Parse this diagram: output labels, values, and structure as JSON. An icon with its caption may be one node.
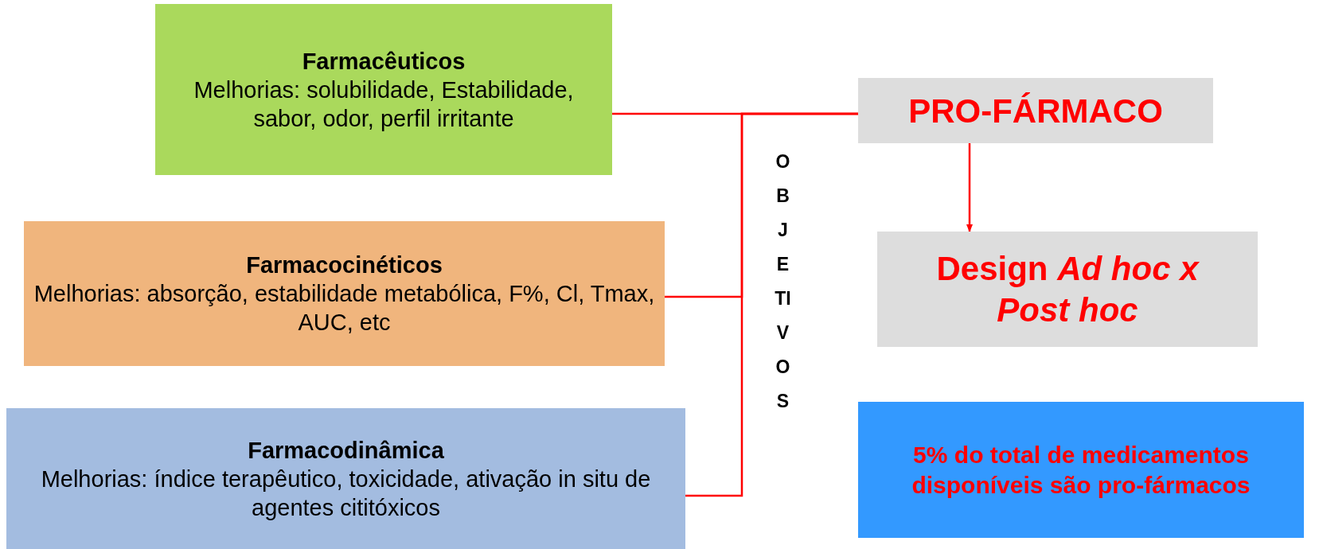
{
  "diagram": {
    "nodes": [
      {
        "text": [
          "Farmacêuticos",
          "Melhorias: solubilidade, Estabilidade, sabor, odor, perfil irritante"
        ]
      },
      {
        "text": [
          "Farmacocinéticos",
          "Melhorias: absorção, estabilidade metabólica, F%, Cl,  Tmax, AUC, etc"
        ]
      },
      {
        "text": [
          "Farmacodinâmica",
          "Melhorias: índice terapêutico, toxicidade, ativação in situ de agentes cititóxicos"
        ]
      },
      {
        "text": [
          "PRO-FÁRMACO"
        ]
      },
      {
        "text": [
          "Design *Ad hoc x Post hoc*"
        ]
      },
      {
        "text": [
          "5% do total de medicamentos disponíveis são pro-fármacos"
        ]
      }
    ],
    "edges": [
      {
        "from": 3,
        "to": 0,
        "arrow": "none"
      },
      {
        "from": 3,
        "to": 1,
        "arrow": "none"
      },
      {
        "from": 3,
        "to": 2,
        "arrow": "none"
      },
      {
        "from": 3,
        "to": 4,
        "arrow": "to"
      }
    ],
    "labels": [
      "OBJETIVOS"
    ]
  }
}
